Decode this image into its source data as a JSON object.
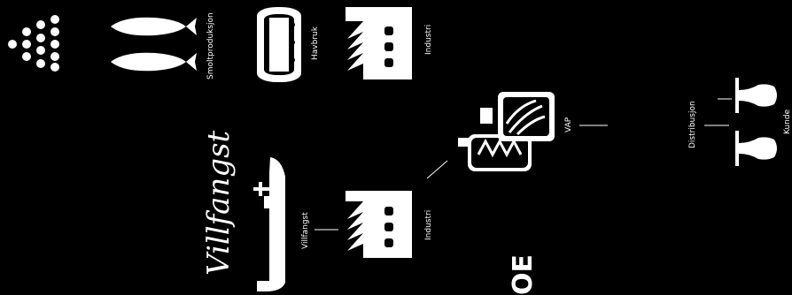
{
  "labels": {
    "smolt": "Smoltproduksjon",
    "havbruk": "Havbruk",
    "industri_top": "Industri",
    "villfangst_script": "Villfangst",
    "villfangst": "Villfangst",
    "industri_bottom": "Industri",
    "vap": "VAP",
    "distribusjon": "Distribusjon",
    "kunde": "Kunde",
    "edge_mark": "OE"
  },
  "colors": {
    "background": "#000000",
    "foreground": "#ffffff"
  },
  "icons": [
    "eggs-icon",
    "fish-icon",
    "fish-farm-cage-icon",
    "factory-icon",
    "fishing-vessel-icon",
    "factory-icon",
    "processed-fish-icon",
    "fish-fillet-icon",
    "wine-glass-icon"
  ]
}
